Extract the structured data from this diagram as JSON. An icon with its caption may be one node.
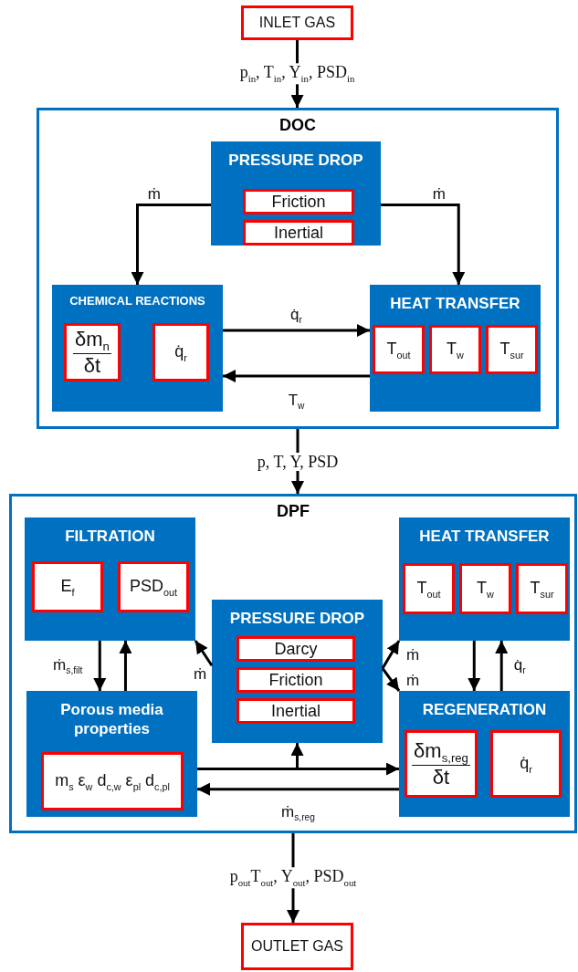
{
  "diagram": {
    "nodes": [
      {
        "text": [
          "INLET GAS"
        ]
      },
      {
        "text": [
          "DOC"
        ]
      },
      {
        "text": [
          "PRESSURE DROP"
        ],
        "in": 1
      },
      {
        "text": [
          "Friction"
        ],
        "in": 2
      },
      {
        "text": [
          "Inertial"
        ],
        "in": 2
      },
      {
        "text": [
          "CHEMICAL REACTIONS"
        ],
        "in": 1
      },
      {
        "text": [
          "δm$_{n}$",
          "δt"
        ],
        "in": 5
      },
      {
        "text": [
          "q̇$_{r}$"
        ],
        "in": 5
      },
      {
        "text": [
          "HEAT TRANSFER"
        ],
        "in": 1
      },
      {
        "text": [
          "T$_{out}$"
        ],
        "in": 8
      },
      {
        "text": [
          "T$_{w}$"
        ],
        "in": 8
      },
      {
        "text": [
          "T$_{sur}$"
        ],
        "in": 8
      },
      {
        "text": [
          "DPF"
        ]
      },
      {
        "text": [
          "FILTRATION"
        ],
        "in": 12
      },
      {
        "text": [
          "E$_{f}$"
        ],
        "in": 13
      },
      {
        "text": [
          "PSD$_{out}$"
        ],
        "in": 13
      },
      {
        "text": [
          "HEAT TRANSFER"
        ],
        "in": 12
      },
      {
        "text": [
          "T$_{out}$"
        ],
        "in": 16
      },
      {
        "text": [
          "T$_{w}$"
        ],
        "in": 16
      },
      {
        "text": [
          "T$_{sur}$"
        ],
        "in": 16
      },
      {
        "text": [
          "PRESSURE DROP"
        ],
        "in": 12
      },
      {
        "text": [
          "Darcy"
        ],
        "in": 20
      },
      {
        "text": [
          "Friction"
        ],
        "in": 20
      },
      {
        "text": [
          "Inertial"
        ],
        "in": 20
      },
      {
        "text": [
          "Porous media properties"
        ],
        "in": 12
      },
      {
        "text": [
          "m$_{s}$ ε$_{w}$ d$_{c,w}$ ε$_{pl}$ d$_{c,pl}$"
        ],
        "in": 24
      },
      {
        "text": [
          "REGENERATION"
        ],
        "in": 12
      },
      {
        "text": [
          "δm$_{s,reg}$",
          "δt"
        ],
        "in": 26
      },
      {
        "text": [
          "q̇$_{r}$"
        ],
        "in": 26
      },
      {
        "text": [
          "OUTLET GAS"
        ]
      }
    ],
    "edges": [
      {
        "from": 0,
        "to": 1,
        "arrow": "to",
        "label": "p$_{in}$, T$_{in}$, Y$_{in}$, PSD$_{in}$"
      },
      {
        "from": 2,
        "to": 5,
        "arrow": "to",
        "label": "ṁ"
      },
      {
        "from": 2,
        "to": 8,
        "arrow": "to",
        "label": "ṁ"
      },
      {
        "from": 5,
        "to": 8,
        "arrow": "to",
        "label": "q̇$_{r}$"
      },
      {
        "from": 8,
        "to": 5,
        "arrow": "to",
        "label": "T$_{w}$"
      },
      {
        "from": 1,
        "to": 12,
        "arrow": "to",
        "label": "p, T, Y, PSD"
      },
      {
        "from": 13,
        "to": 24,
        "arrow": "to",
        "label": "ṁ$_{s,filt}$"
      },
      {
        "from": 24,
        "to": 13,
        "arrow": "to"
      },
      {
        "from": 20,
        "to": 13,
        "arrow": "to",
        "label": "ṁ"
      },
      {
        "from": 20,
        "to": 16,
        "arrow": "to",
        "label": "ṁ"
      },
      {
        "from": 20,
        "to": 26,
        "arrow": "to",
        "label": "ṁ"
      },
      {
        "from": 16,
        "to": 26,
        "arrow": "to"
      },
      {
        "from": 26,
        "to": 16,
        "arrow": "to",
        "label": "q̇$_{r}$"
      },
      {
        "from": 24,
        "to": 26,
        "arrow": "to"
      },
      {
        "from": 24,
        "to": 20,
        "arrow": "to"
      },
      {
        "from": 26,
        "to": 24,
        "arrow": "to",
        "label": "ṁ$_{s,reg}$"
      },
      {
        "from": 12,
        "to": 29,
        "arrow": "to",
        "label": "p$_{out}$T$_{out}$, Y$_{out}$, PSD$_{out}$"
      }
    ]
  }
}
